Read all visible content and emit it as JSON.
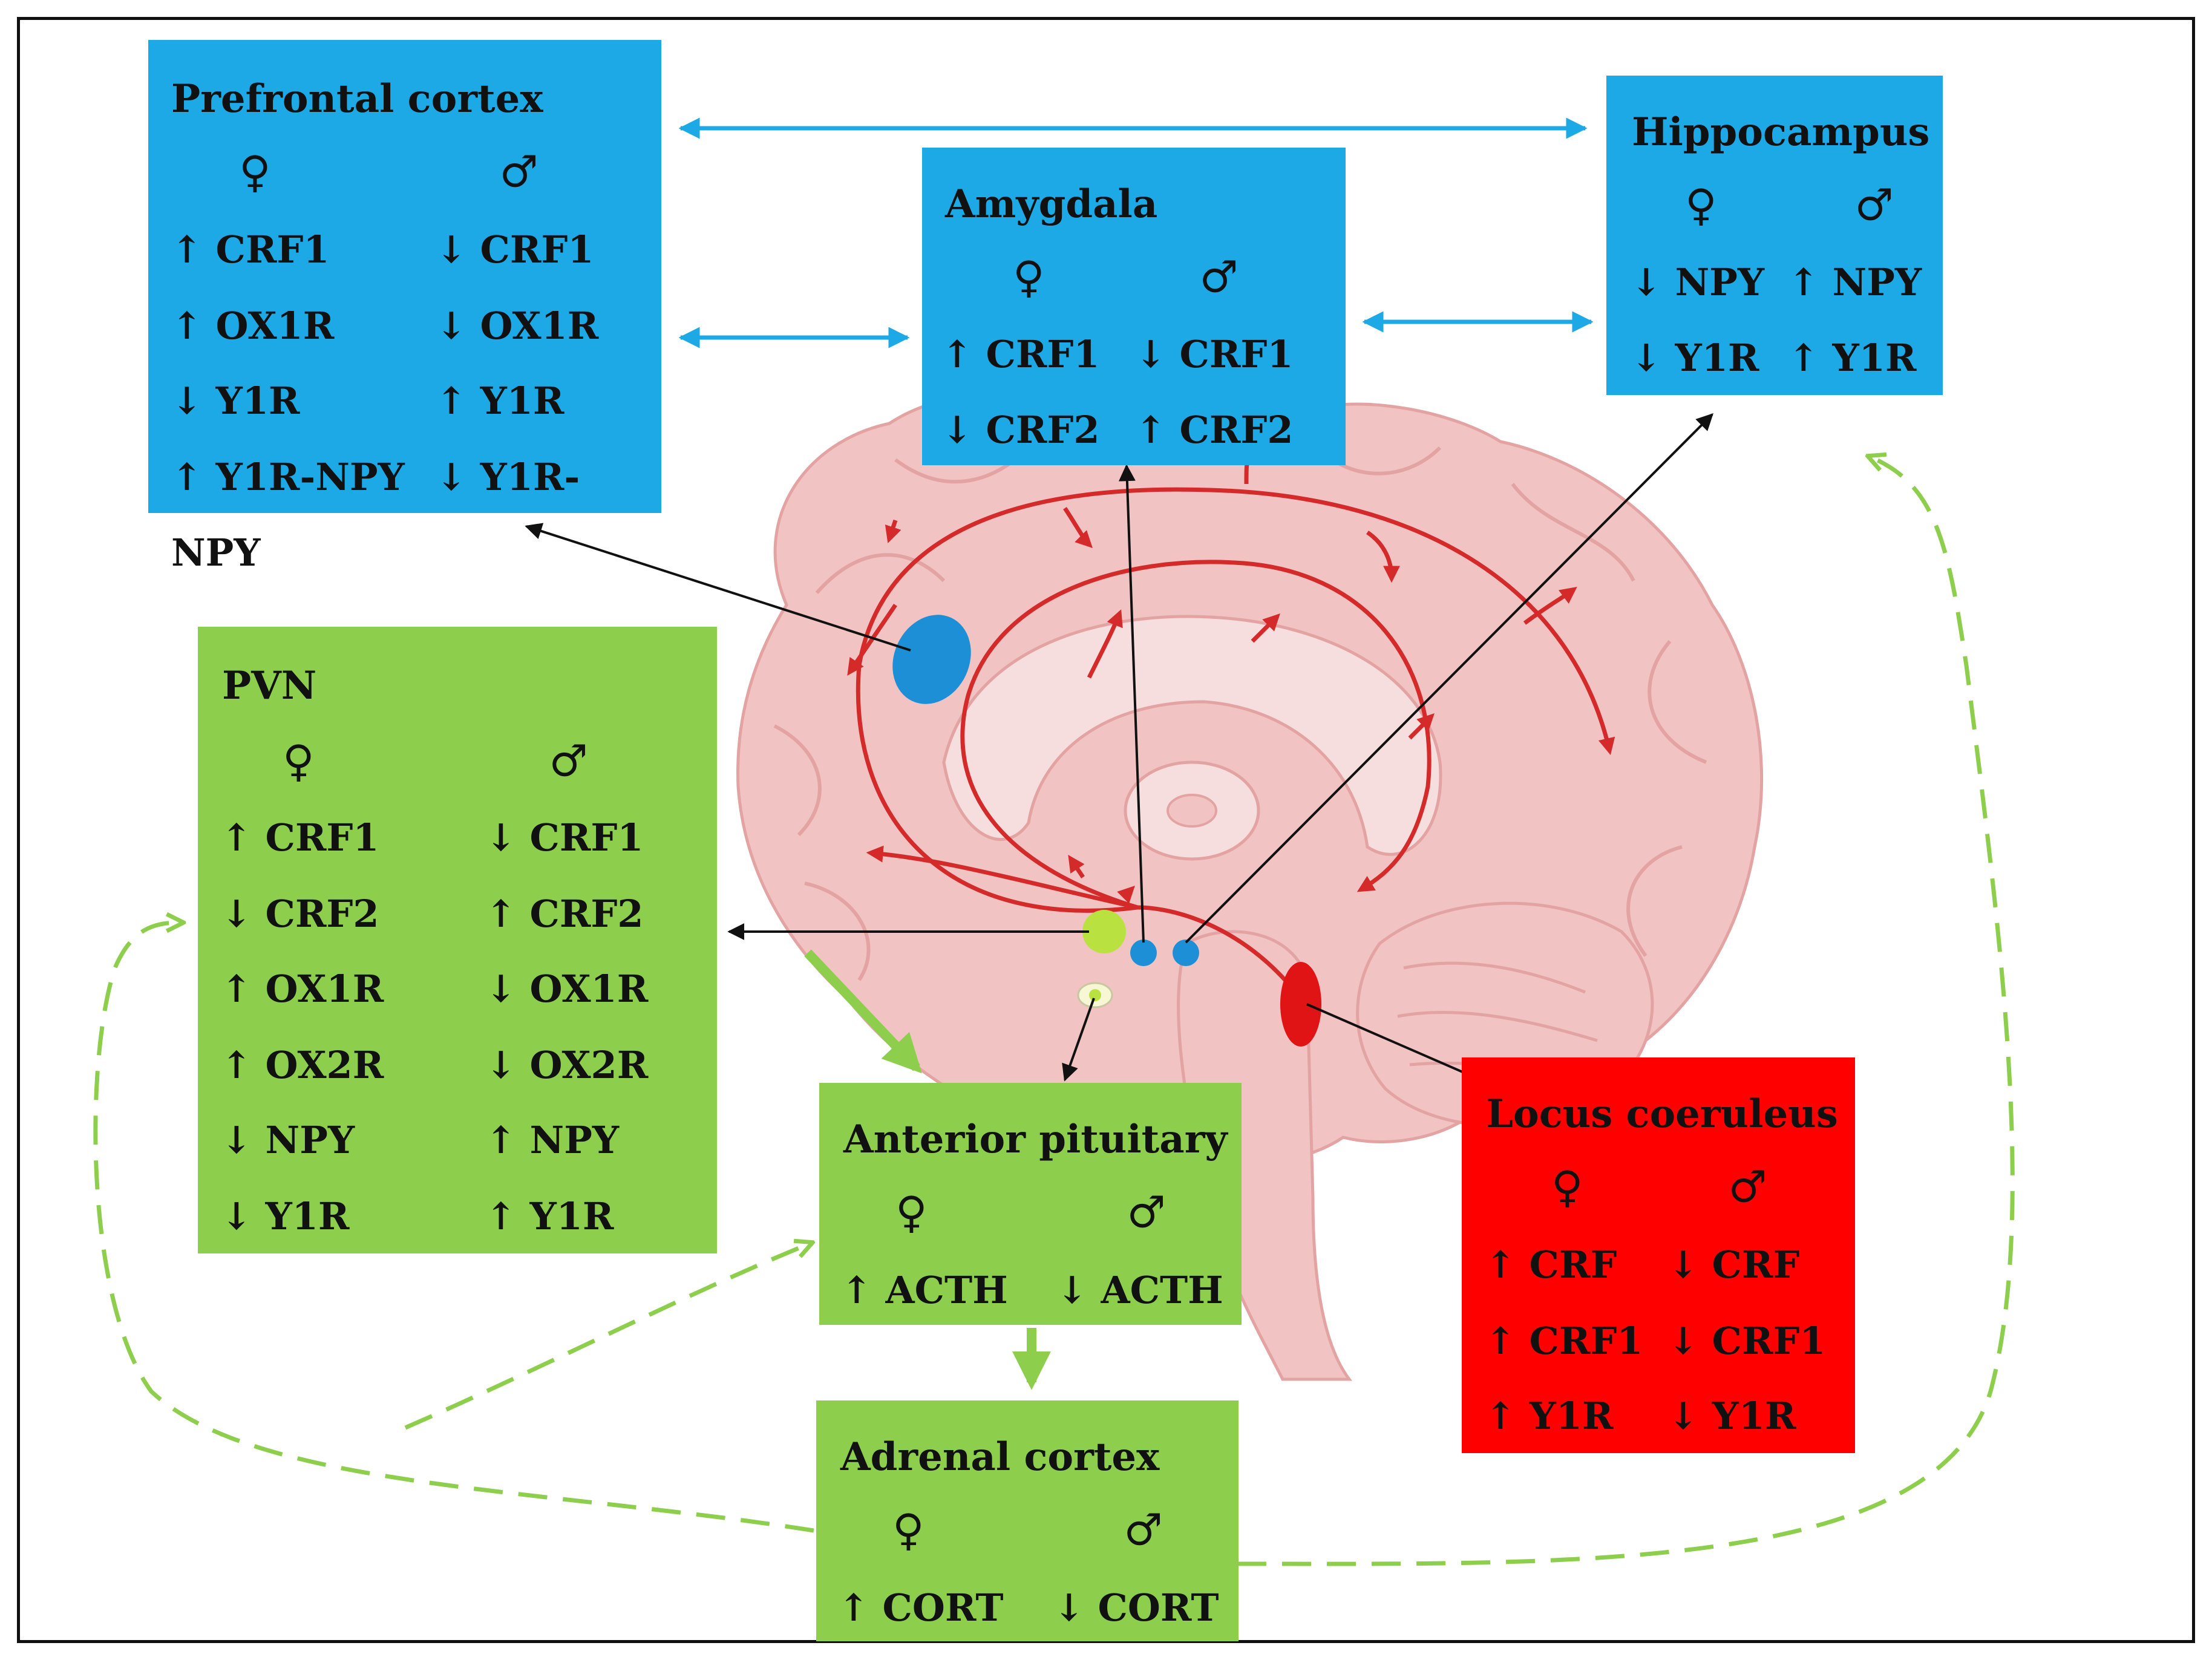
{
  "colors": {
    "region_blue": "#1ca9e6",
    "region_green": "#8dcf4d",
    "region_red": "#ff0000",
    "pathway_red": "#d42a2a",
    "feedback_green": "#8dcf4d",
    "brain_pink": "#f1c3c3"
  },
  "symbols": {
    "female": "♀",
    "male": "♂"
  },
  "boxes": {
    "prefrontal": {
      "title": "Prefrontal cortex",
      "female": [
        "↑ CRF1",
        "↑ OX1R",
        "↓ Y1R",
        "↑ Y1R-NPY"
      ],
      "male": [
        "↓ CRF1",
        "↓ OX1R",
        "↑ Y1R",
        "↓ Y1R-"
      ],
      "overflow": "NPY"
    },
    "amygdala": {
      "title": "Amygdala",
      "female": [
        "↑ CRF1",
        "↓ CRF2"
      ],
      "male": [
        "↓ CRF1",
        "↑ CRF2"
      ]
    },
    "hippocampus": {
      "title": "Hippocampus",
      "female": [
        "↓ NPY",
        "↓ Y1R"
      ],
      "male": [
        "↑ NPY",
        "↑ Y1R"
      ]
    },
    "pvn": {
      "title": "PVN",
      "female": [
        "↑ CRF1",
        "↓ CRF2",
        "↑ OX1R",
        "↑ OX2R",
        "↓ NPY",
        "↓ Y1R"
      ],
      "male": [
        "↓ CRF1",
        "↑ CRF2",
        "↓ OX1R",
        "↓ OX2R",
        "↑ NPY",
        "↑ Y1R"
      ]
    },
    "pituitary": {
      "title": "Anterior pituitary",
      "female": [
        "↑ ACTH"
      ],
      "male": [
        "↓ ACTH"
      ]
    },
    "adrenal": {
      "title": "Adrenal cortex",
      "female": [
        "↑ CORT"
      ],
      "male": [
        "↓ CORT"
      ]
    },
    "locus": {
      "title": "Locus coeruleus",
      "female": [
        "↑ CRF",
        "↑ CRF1",
        "↑ Y1R"
      ],
      "male": [
        "↓ CRF",
        "↓ CRF1",
        "↓ Y1R"
      ]
    }
  }
}
